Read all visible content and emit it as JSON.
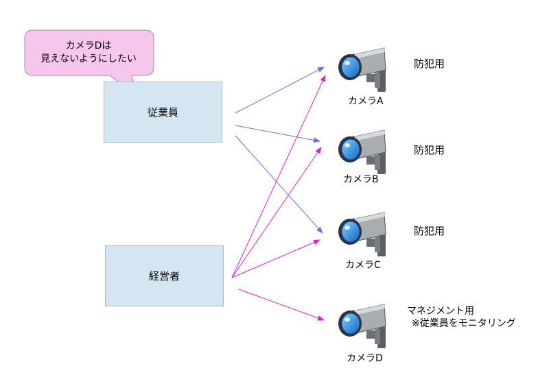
{
  "bubble": {
    "line1": "カメラDは",
    "line2": "見えないようにしたい"
  },
  "roles": {
    "employee": "従業員",
    "owner": "経営者"
  },
  "cameras": [
    {
      "label": "カメラA",
      "purpose": "防犯用"
    },
    {
      "label": "カメラB",
      "purpose": "防犯用"
    },
    {
      "label": "カメラC",
      "purpose": "防犯用"
    },
    {
      "label": "カメラD",
      "purpose": "マネジメント用",
      "purpose_note": "※従業員をモニタリング"
    }
  ],
  "colors": {
    "employee_arrow": "#6f6fe0",
    "owner_arrow": "#e020d0",
    "box_fill": "#d4e6f1",
    "bubble_fill": "#f7c6ec"
  }
}
